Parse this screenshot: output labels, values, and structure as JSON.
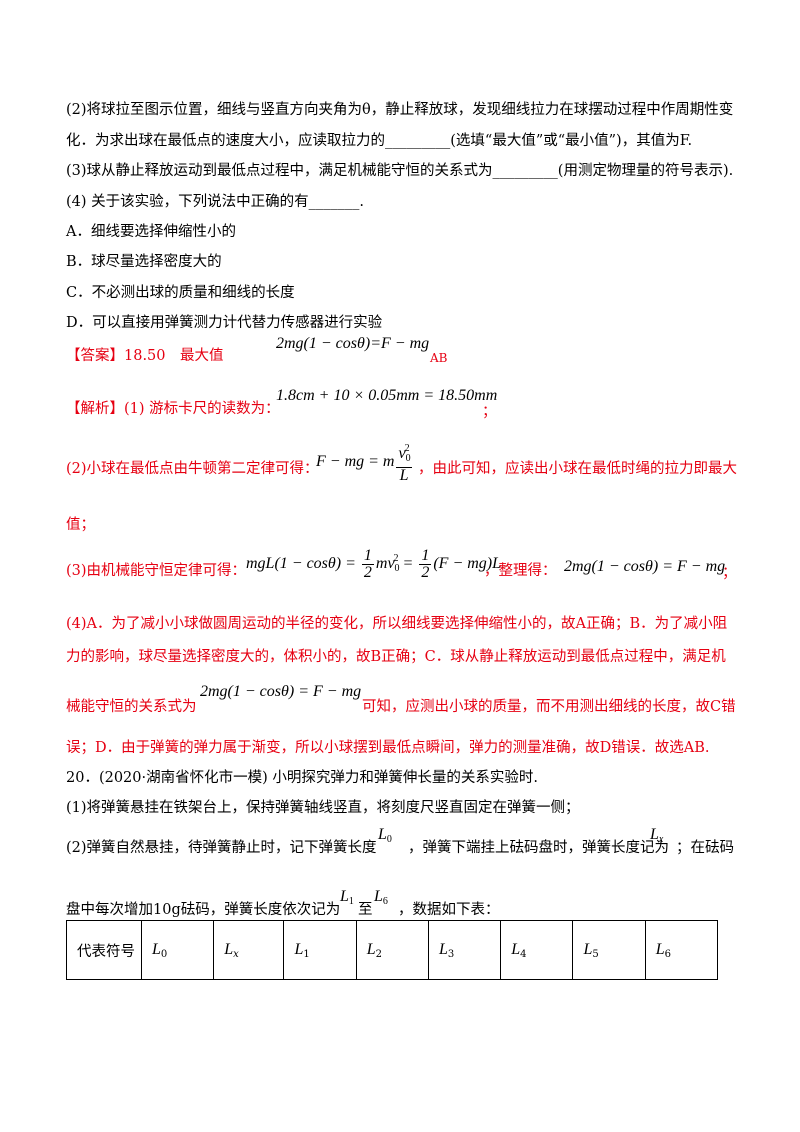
{
  "question_part": {
    "l2a": "(2)将球拉至图示位置，细线与竖直方向夹角为θ，静止释放球，发现细线拉力在球摆动过程中作周期性变",
    "l2b": "化．为求出球在最低点的速度大小，应读取拉力的_________(选填“最大值”或“最小值”)，其值为F.",
    "l3": "(3)球从静止释放运动到最低点过程中，满足机械能守恒的关系式为_________(用测定物理量的符号表示).",
    "l4": "(4) 关于该实验，下列说法中正确的有_______.",
    "optA": "A．细线要选择伸缩性小的",
    "optB": "B．球尽量选择密度大的",
    "optC": "C．不必测出球的质量和细线的长度",
    "optD": "D．可以直接用弹簧测力计代替力传感器进行实验"
  },
  "answer": {
    "tag": "【答案】",
    "text": "18.50　最大值",
    "formula": "2mg(1 − cosθ)=F − mg",
    "choice": "AB"
  },
  "analysis": {
    "tag": "【解析】",
    "p1": "(1) 游标卡尺的读数为：",
    "p1_formula": "1.8cm + 10 × 0.05mm = 18.50mm",
    "p1_end": "；",
    "p2_lead": "(2)小球在最低点由牛顿第二定律可得：",
    "p2_tail": "，由此可知，应读出小球在最低时绳的拉力即最大",
    "p2_wrap": "值；",
    "p3_lead": "(3)由机械能守恒定律可得：",
    "p3_mid": "，整理得：",
    "p3_formula2": "2mg(1 − cosθ) = F − mg",
    "p3_end": "；",
    "p4a": "(4)A．为了减小小球做圆周运动的半径的变化，所以细线要选择伸缩性小的，故A正确；B．为了减小阻",
    "p4b": "力的影响，球尽量选择密度大的，体积小的，故B正确；C．球从静止释放运动到最低点过程中，满足机",
    "p4c_lead": "械能守恒的关系式为",
    "p4c_formula": "2mg(1 − cosθ) = F − mg",
    "p4c_tail": "可知，应测出小球的质量，而不用测出细线的长度，故C错",
    "p4d": "误；D．由于弹簧的弹力属于渐变，所以小球摆到最低点瞬间，弹力的测量准确，故D错误．故选AB."
  },
  "q20": {
    "head": "20．(2020·湖南省怀化市一模) 小明探究弹力和弹簧伸长量的关系实验时.",
    "s1": "(1)将弹簧悬挂在铁架台上，保持弹簧轴线竖直，将刻度尺竖直固定在弹簧一侧；",
    "s2_a": "(2)弹簧自然悬挂，待弹簧静止时，记下弹簧长度",
    "s2_b": "，弹簧下端挂上砝码盘时，弹簧长度记为",
    "s2_c": "；在砝码",
    "s3_a": "盘中每次增加10g砝码，弹簧长度依次记为",
    "s3_b": "至",
    "s3_c": "，数据如下表："
  },
  "table": {
    "header": "代表符号",
    "symbols": [
      "L0",
      "Lx",
      "L1",
      "L2",
      "L3",
      "L4",
      "L5",
      "L6"
    ]
  }
}
